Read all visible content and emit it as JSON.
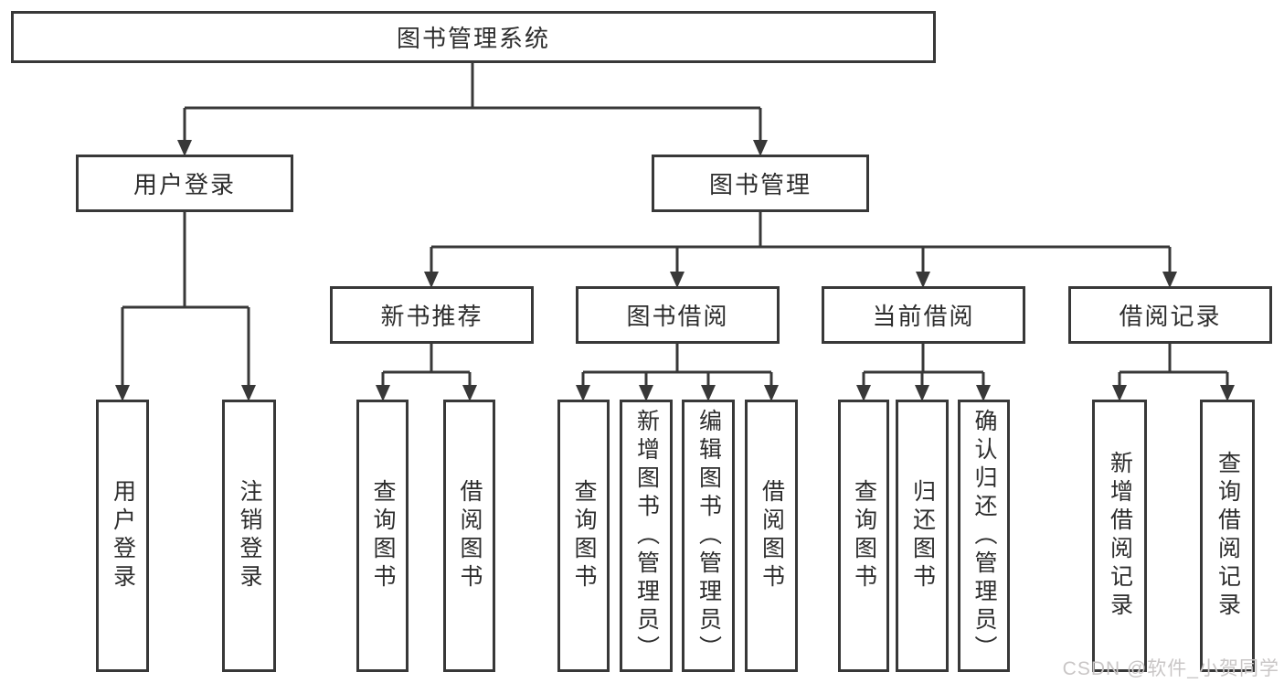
{
  "diagram": {
    "type": "hierarchy",
    "title": "图书管理系统",
    "nodes": {
      "root": {
        "label": "图书管理系统"
      },
      "user_login": {
        "label": "用户登录"
      },
      "book_mgmt": {
        "label": "图书管理"
      },
      "new_book_rec": {
        "label": "新书推荐"
      },
      "book_borrow": {
        "label": "图书借阅"
      },
      "current_borrow": {
        "label": "当前借阅"
      },
      "borrow_records": {
        "label": "借阅记录"
      },
      "login": {
        "label": "用户登录"
      },
      "logout": {
        "label": "注销登录"
      },
      "rec_query": {
        "label": "查询图书"
      },
      "rec_borrow": {
        "label": "借阅图书"
      },
      "bb_query": {
        "label": "查询图书"
      },
      "bb_add": {
        "label": "新增图书（管理员）"
      },
      "bb_edit": {
        "label": "编辑图书（管理员）"
      },
      "bb_borrow": {
        "label": "借阅图书"
      },
      "cb_query": {
        "label": "查询图书"
      },
      "cb_return": {
        "label": "归还图书"
      },
      "cb_confirm": {
        "label": "确认归还（管理员）"
      },
      "br_add": {
        "label": "新增借阅记录"
      },
      "br_query": {
        "label": "查询借阅记录"
      }
    },
    "edges": [
      [
        "root",
        "user_login"
      ],
      [
        "root",
        "book_mgmt"
      ],
      [
        "user_login",
        "login"
      ],
      [
        "user_login",
        "logout"
      ],
      [
        "book_mgmt",
        "new_book_rec"
      ],
      [
        "book_mgmt",
        "book_borrow"
      ],
      [
        "book_mgmt",
        "current_borrow"
      ],
      [
        "book_mgmt",
        "borrow_records"
      ],
      [
        "new_book_rec",
        "rec_query"
      ],
      [
        "new_book_rec",
        "rec_borrow"
      ],
      [
        "book_borrow",
        "bb_query"
      ],
      [
        "book_borrow",
        "bb_add"
      ],
      [
        "book_borrow",
        "bb_edit"
      ],
      [
        "book_borrow",
        "bb_borrow"
      ],
      [
        "current_borrow",
        "cb_query"
      ],
      [
        "current_borrow",
        "cb_return"
      ],
      [
        "current_borrow",
        "cb_confirm"
      ],
      [
        "borrow_records",
        "br_add"
      ],
      [
        "borrow_records",
        "br_query"
      ]
    ],
    "colors": {
      "line": "#383838",
      "text": "#2d2d2d",
      "background": "#ffffff"
    }
  },
  "watermark": {
    "text": "CSDN @软件_小贺同学",
    "color": "#c9c6c6"
  }
}
